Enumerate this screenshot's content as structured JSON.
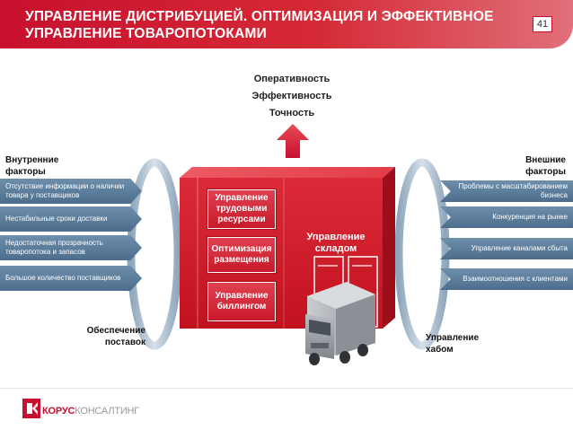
{
  "header": {
    "title_line1": "УПРАВЛЕНИЕ ДИСТРИБУЦИЕЙ. ОПТИМИЗАЦИЯ И ЭФФЕКТИВНОЕ",
    "title_line2": "УПРАВЛЕНИЕ ТОВАРОПОТОКАМИ",
    "page_number": "41"
  },
  "top": {
    "line1": "Оперативность",
    "line2": "Эффективность",
    "line3": "Точность"
  },
  "left": {
    "title_line1": "Внутренние",
    "title_line2": "факторы",
    "items": [
      "Отсутствие информации о наличии товара у поставщиков",
      "Нестабильные сроки доставки",
      "Недостаточная прозрачность товаропотока и запасов",
      "Большое количество поставщиков"
    ],
    "bottom_label_line1": "Обеспечение",
    "bottom_label_line2": "поставок"
  },
  "right": {
    "title_line1": "Внешние",
    "title_line2": "факторы",
    "items": [
      "Проблемы с масштабированием бизнеса",
      "Конкуренция на рынке",
      "Управление каналами сбыта",
      "Взаимоотношения с клиентами"
    ],
    "bottom_label_line1": "Управление",
    "bottom_label_line2": "хабом"
  },
  "center": {
    "inner_boxes": [
      "Управление трудовыми ресурсами",
      "Оптимизация размещения",
      "Управление биллингом"
    ],
    "warehouse_line1": "Управление",
    "warehouse_line2": "складом"
  },
  "footer": {
    "brand_bold": "КОРУС",
    "brand_light": "КОНСАЛТИНГ"
  },
  "colors": {
    "brand_red": "#c8102e",
    "arrow_blue": "#5a7b98"
  }
}
